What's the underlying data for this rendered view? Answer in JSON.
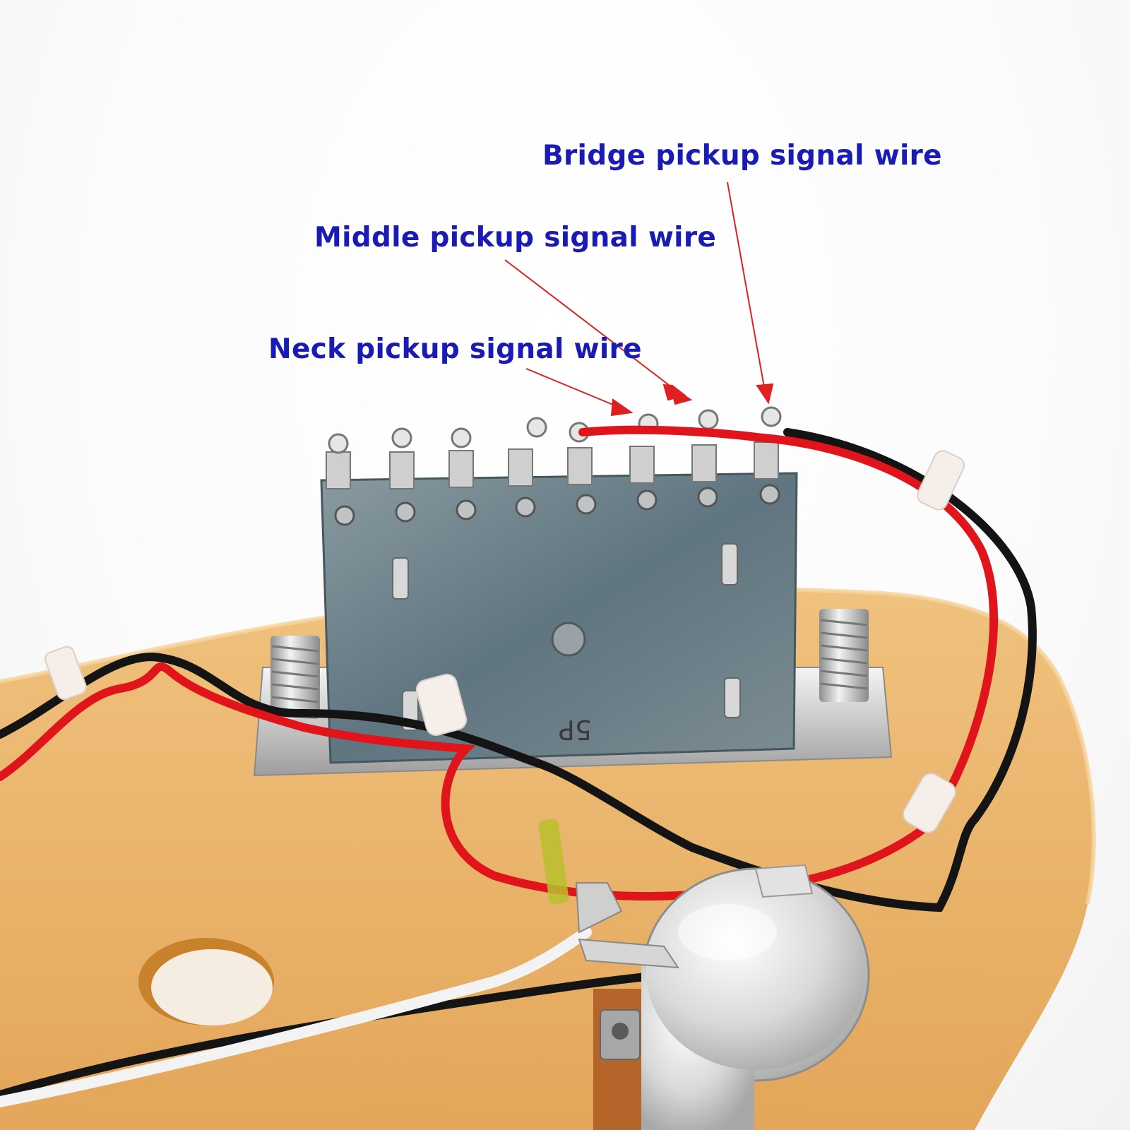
{
  "annotations": {
    "bridge": "Bridge pickup signal wire",
    "middle": "Middle pickup signal wire",
    "neck": "Neck pickup signal wire"
  },
  "switch_marking": "5P",
  "colors": {
    "label_text": "#1a1ab4",
    "arrow": "#e02020",
    "pcb": "#6f8088",
    "pickguard": "#e8b265",
    "red_wire": "#e0141b",
    "black_wire": "#141414"
  },
  "objects": [
    "five-way-switch",
    "pickguard",
    "potentiometer",
    "red-wire",
    "black-wire",
    "white-wire",
    "cable-tie",
    "mounting-screw",
    "capacitor"
  ]
}
